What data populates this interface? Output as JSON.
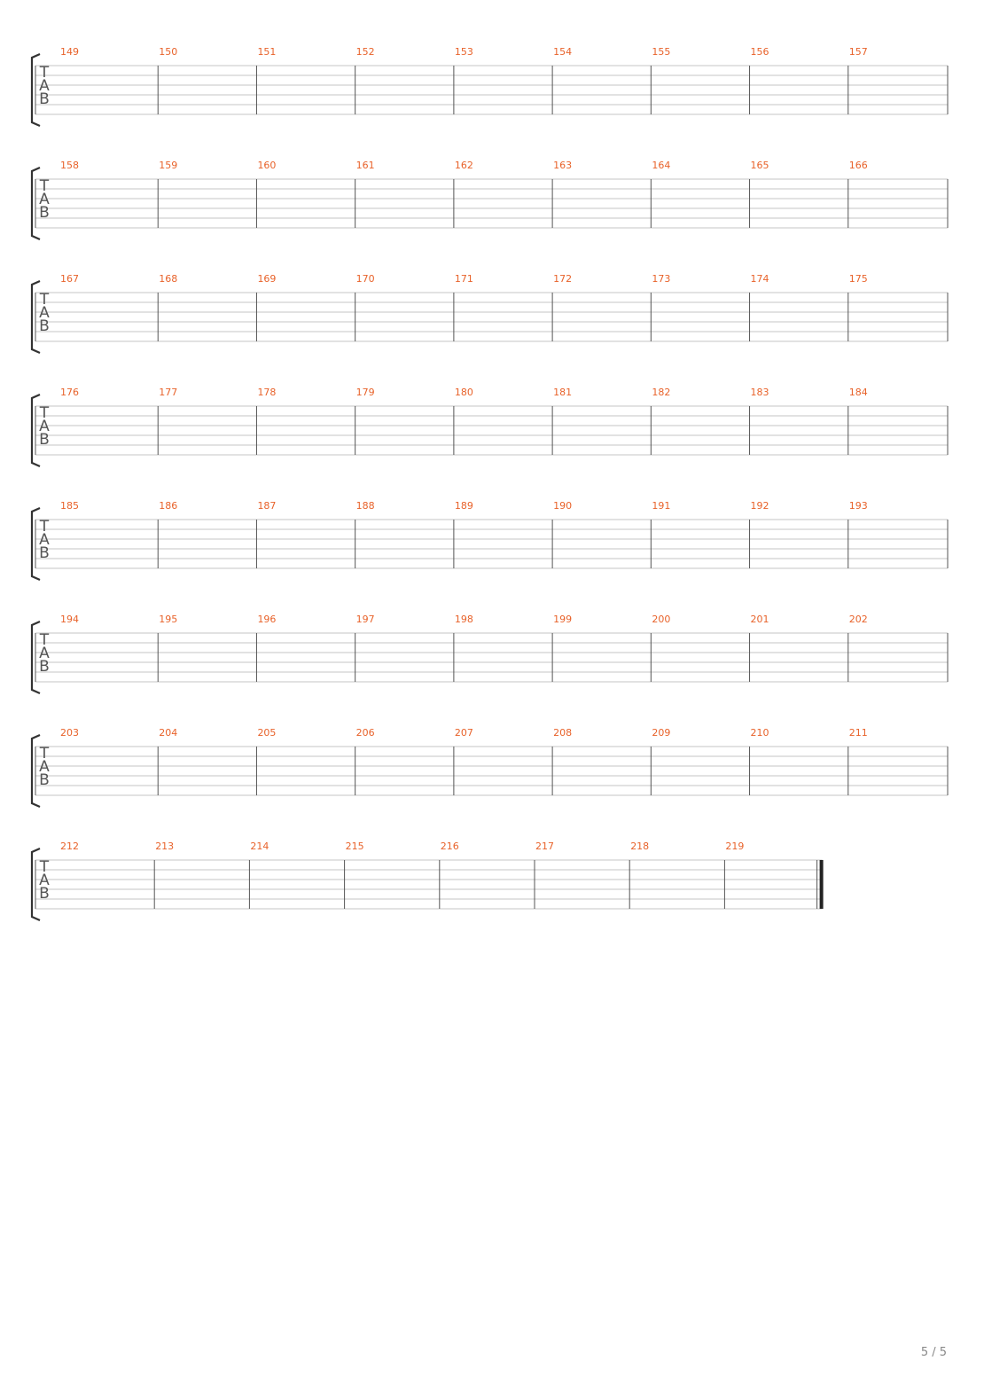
{
  "systems": [
    {
      "measures": [
        "149",
        "150",
        "151",
        "152",
        "153",
        "154",
        "155",
        "156",
        "157"
      ]
    },
    {
      "measures": [
        "158",
        "159",
        "160",
        "161",
        "162",
        "163",
        "164",
        "165",
        "166"
      ]
    },
    {
      "measures": [
        "167",
        "168",
        "169",
        "170",
        "171",
        "172",
        "173",
        "174",
        "175"
      ]
    },
    {
      "measures": [
        "176",
        "177",
        "178",
        "179",
        "180",
        "181",
        "182",
        "183",
        "184"
      ]
    },
    {
      "measures": [
        "185",
        "186",
        "187",
        "188",
        "189",
        "190",
        "191",
        "192",
        "193"
      ]
    },
    {
      "measures": [
        "194",
        "195",
        "196",
        "197",
        "198",
        "199",
        "200",
        "201",
        "202"
      ]
    },
    {
      "measures": [
        "203",
        "204",
        "205",
        "206",
        "207",
        "208",
        "209",
        "210",
        "211"
      ]
    },
    {
      "measures": [
        "212",
        "213",
        "214",
        "215",
        "216",
        "217",
        "218",
        "219"
      ],
      "final": true
    }
  ],
  "clef": {
    "letters": [
      "T",
      "A",
      "B"
    ]
  },
  "strings_per_staff": 6,
  "colors": {
    "measure_number": "#e8622a",
    "staff_line": "#c4c4c4",
    "barline": "#555555",
    "bracket": "#333333"
  },
  "page_number": "5 / 5"
}
